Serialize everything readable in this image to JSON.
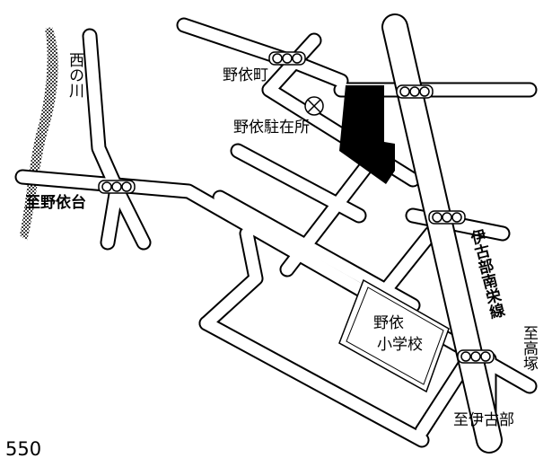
{
  "map": {
    "labels": {
      "river": "西の川",
      "town": "野依町",
      "police_box": "野依駐在所",
      "to_noyoridai": "至野依台",
      "route": "伊古部南栄線",
      "to_takatsuka": "至高塚",
      "school": "野依\n小学校",
      "school_line1": "野依",
      "school_line2": "小学校",
      "to_ikobe": "至伊古部",
      "page_number": "550"
    },
    "colors": {
      "road_outline": "#000000",
      "road_fill": "#ffffff",
      "building": "#000000"
    }
  }
}
